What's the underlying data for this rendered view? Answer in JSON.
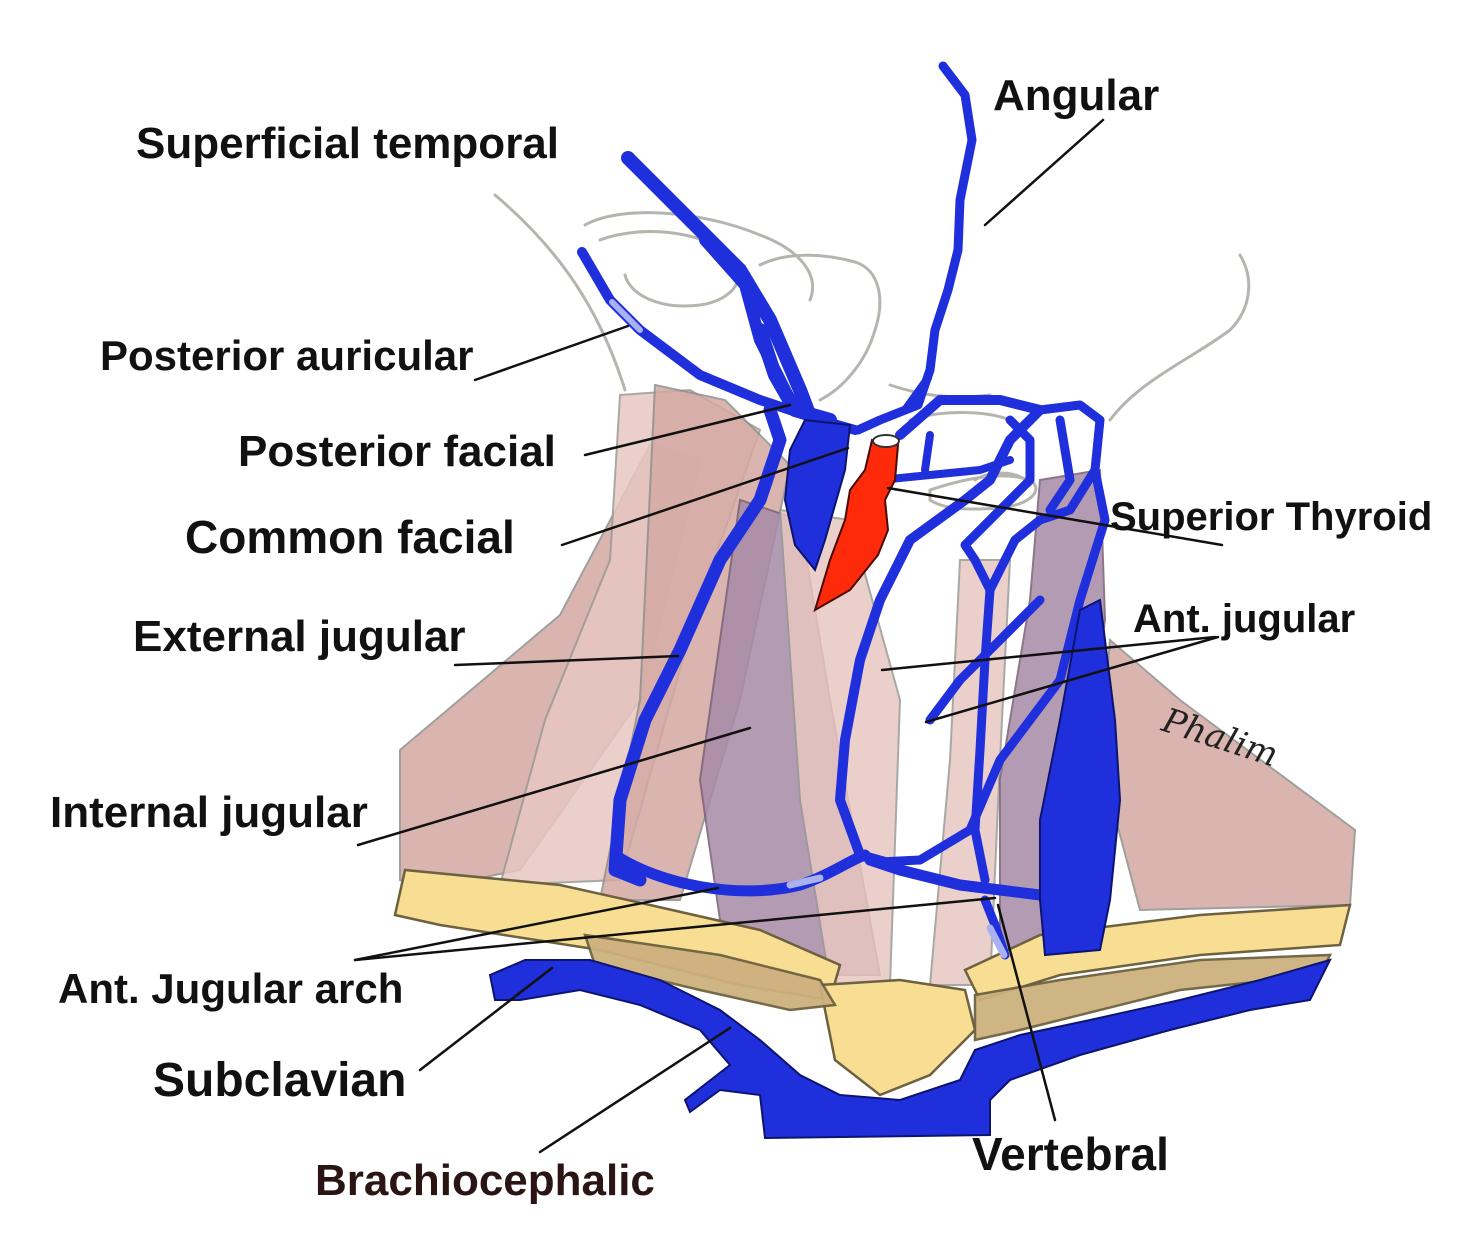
{
  "labels": {
    "angular": "Angular",
    "superficial_temporal": "Superficial temporal",
    "posterior_auricular": "Posterior auricular",
    "posterior_facial": "Posterior facial",
    "common_facial": "Common facial",
    "superior_thyroid": "Superior Thyroid",
    "external_jugular": "External jugular",
    "ant_jugular": "Ant. jugular",
    "internal_jugular": "Internal jugular",
    "ant_jugular_arch": "Ant. Jugular arch",
    "subclavian": "Subclavian",
    "brachiocephalic": "Brachiocephalic",
    "vertebral": "Vertebral"
  },
  "signature": "Phalim",
  "colors": {
    "vein": "#1f2fdc",
    "artery": "#ff2a0a",
    "muscle": "#d4a9a3",
    "bone": "#f7de92",
    "outline": "#b5b5b0"
  }
}
